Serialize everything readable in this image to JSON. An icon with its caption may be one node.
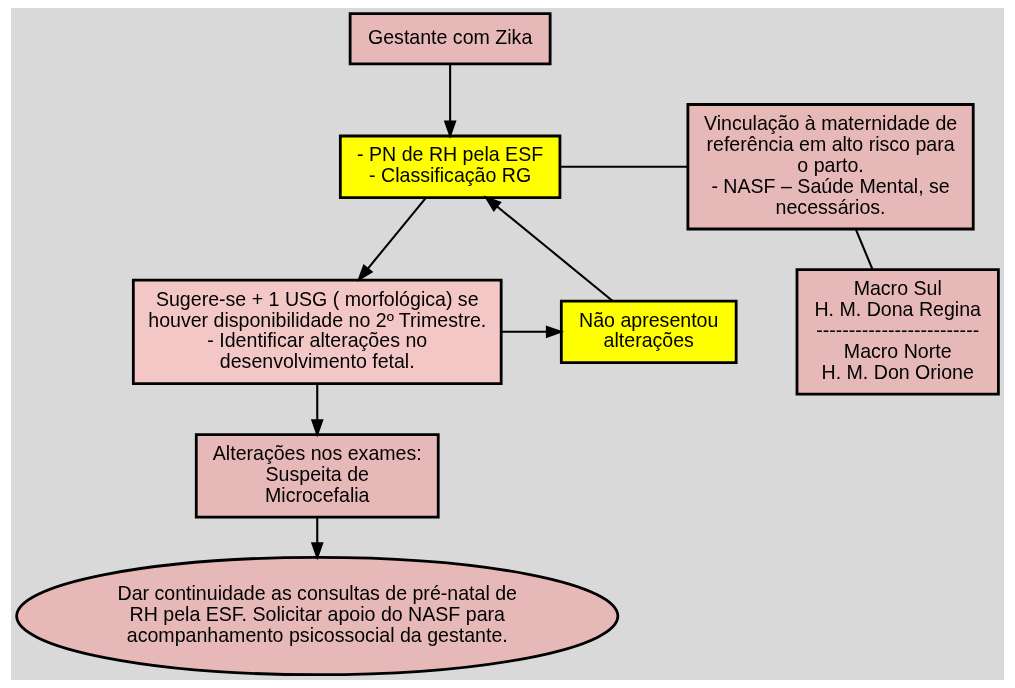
{
  "diagram": {
    "nodes": [
      {
        "text": [
          "Gestante com Zika"
        ]
      },
      {
        "text": [
          "- PN de RH pela ESF",
          "- Classificação RG"
        ]
      },
      {
        "text": [
          "Vinculação à maternidade de referência em alto risco para o parto.",
          "- NASF – Saúde Mental, se necessários."
        ]
      },
      {
        "text": [
          "Sugere-se + 1 USG ( morfológica) se houver disponibilidade no 2º Trimestre.",
          "- Identificar alterações no desenvolvimento fetal."
        ]
      },
      {
        "text": [
          "Não apresentou alterações"
        ]
      },
      {
        "text": [
          "Macro Sul",
          "H. M. Dona Regina",
          "-------------------------",
          "Macro Norte",
          "H. M. Don Orione"
        ]
      },
      {
        "text": [
          "Alterações nos exames:",
          "Suspeita de Microcefalia"
        ]
      },
      {
        "text": [
          "Dar continuidade as consultas de pré-natal de RH pela ESF. Solicitar apoio do NASF para acompanhamento psicossocial da gestante."
        ]
      }
    ],
    "edges": [
      {
        "from": 0,
        "to": 1,
        "arrow": "to"
      },
      {
        "from": 1,
        "to": 2,
        "arrow": "none"
      },
      {
        "from": 1,
        "to": 3,
        "arrow": "to"
      },
      {
        "from": 3,
        "to": 4,
        "arrow": "to"
      },
      {
        "from": 4,
        "to": 1,
        "arrow": "to"
      },
      {
        "from": 2,
        "to": 5,
        "arrow": "none"
      },
      {
        "from": 3,
        "to": 6,
        "arrow": "to"
      },
      {
        "from": 6,
        "to": 7,
        "arrow": "to"
      }
    ]
  }
}
